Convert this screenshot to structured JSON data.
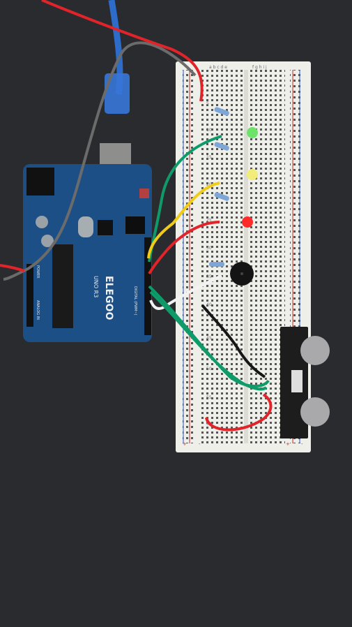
{
  "board": {
    "brand": "ELEGOO",
    "model": "UNO R3",
    "header_label": "DIGITAL (PWM~)",
    "power_label": "POWER",
    "analog_label": "ANALOG IN"
  },
  "breadboard": {
    "columns_left": "a b c d e",
    "columns_right": "f g h i j",
    "row_numbers": [
      "5",
      "10",
      "15",
      "20",
      "25",
      "30",
      "35",
      "40",
      "45",
      "50",
      "55",
      "60"
    ],
    "plus": "+",
    "minus": "-"
  },
  "colors": {
    "background": "#2a2b2f",
    "arduino_pcb": "#1c4f86",
    "breadboard": "#efefea",
    "led_green": "#6ee36a",
    "led_yellow": "#f2ec78",
    "led_red": "#ff2b2b",
    "wire_red": "#e0242a",
    "wire_green": "#0f9a6a",
    "wire_yellow": "#f0cc18",
    "wire_white": "#f2f2f2",
    "wire_black": "#161616",
    "wire_gray": "#6b6b6b",
    "usb_cable": "#2d6cc9"
  }
}
